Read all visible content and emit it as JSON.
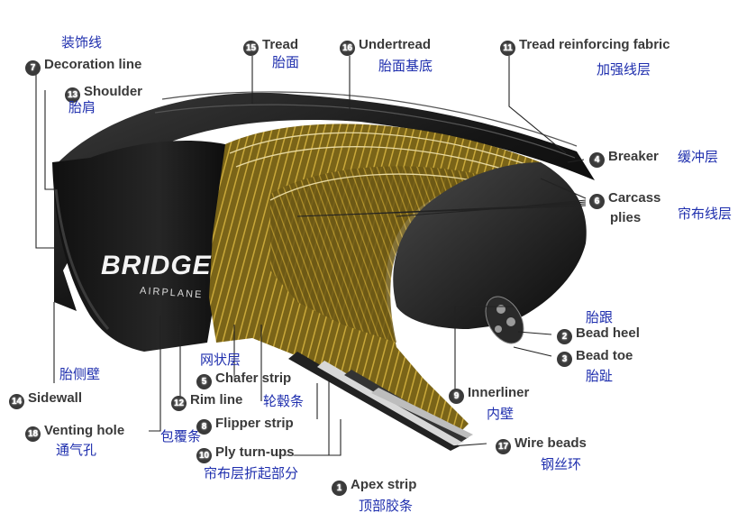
{
  "labels": {
    "decoration_line": {
      "num": "7",
      "en": "Decoration line",
      "zh": "装饰线"
    },
    "shoulder": {
      "num": "13",
      "en": "Shoulder",
      "zh": "胎肩"
    },
    "tread": {
      "num": "15",
      "en": "Tread",
      "zh": "胎面"
    },
    "undertread": {
      "num": "16",
      "en": "Undertread",
      "zh": "胎面基底"
    },
    "tread_reinforcing_fabric": {
      "num": "11",
      "en": "Tread reinforcing fabric",
      "zh": "加强线层"
    },
    "breaker": {
      "num": "4",
      "en": "Breaker",
      "zh": "缓冲层"
    },
    "carcass_plies": {
      "num": "6",
      "en_line1": "Carcass",
      "en_line2": "plies",
      "zh": "帘布线层"
    },
    "bead_heel": {
      "num": "2",
      "en": "Bead heel",
      "zh": "胎跟"
    },
    "bead_toe": {
      "num": "3",
      "en": "Bead toe",
      "zh": "胎趾"
    },
    "innerliner": {
      "num": "9",
      "en": "Innerliner",
      "zh": "内壁"
    },
    "wire_beads": {
      "num": "17",
      "en": "Wire beads",
      "zh": "钢丝环"
    },
    "apex_strip": {
      "num": "1",
      "en": "Apex strip",
      "zh": "顶部胶条"
    },
    "ply_turn_ups": {
      "num": "10",
      "en": "Ply turn-ups",
      "zh": "帘布层折起部分"
    },
    "flipper_strip": {
      "num": "8",
      "en": "Flipper strip",
      "zh": "包覆条"
    },
    "rim_line": {
      "num": "12",
      "en": "Rim line",
      "zh": "轮毂条"
    },
    "chafer_strip": {
      "num": "5",
      "en": "Chafer strip",
      "zh": "网状层"
    },
    "sidewall": {
      "num": "14",
      "en": "Sidewall",
      "zh": "胎侧壁"
    },
    "venting_hole": {
      "num": "18",
      "en": "Venting hole",
      "zh": "通气孔"
    }
  },
  "tire_text": {
    "brand": "BRIDGE",
    "sub": "AIRPLANE"
  }
}
